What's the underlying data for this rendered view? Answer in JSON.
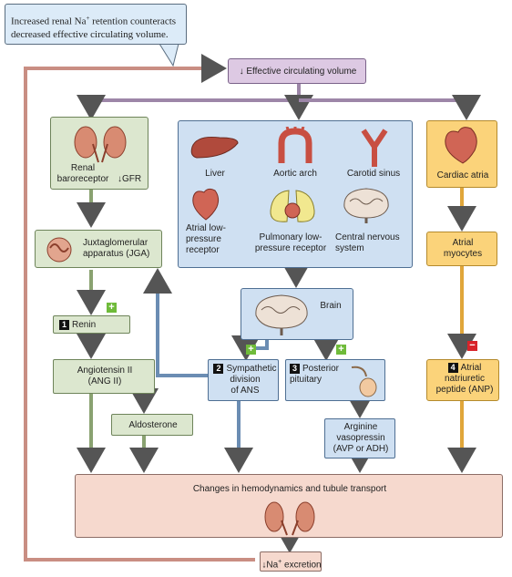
{
  "note": {
    "line1": "Increased renal Na",
    "sup": "+",
    "line2": " retention counteracts",
    "line3": "decreased effective circulating volume."
  },
  "top": {
    "arrow": "↓",
    "label": "Effective circulating volume"
  },
  "renal": {
    "baroreceptor": "Renal\nbaroreceptor",
    "gfr": "↓GFR"
  },
  "jga": {
    "label": "Juxtaglomerular\napparatus (JGA)"
  },
  "renin": {
    "num": "1",
    "label": "Renin"
  },
  "ang": {
    "label": "Angiotensin II\n(ANG II)"
  },
  "aldo": {
    "label": "Aldosterone"
  },
  "sensors": {
    "liver": "Liver",
    "aortic": "Aortic arch",
    "carotid": "Carotid sinus",
    "atrial_low": "Atrial low-\npressure\nreceptor",
    "pulmonary": "Pulmonary low-\npressure receptor",
    "cns": "Central nervous\nsystem"
  },
  "brain": {
    "label": "Brain"
  },
  "sympathetic": {
    "num": "2",
    "label": "Sympathetic\ndivision\nof ANS"
  },
  "pituitary": {
    "num": "3",
    "label": "Posterior\npituitary"
  },
  "avp": {
    "label": "Arginine\nvasopressin\n(AVP or ADH)"
  },
  "cardiac": {
    "label": "Cardiac atria"
  },
  "myocytes": {
    "label": "Atrial\nmyocytes"
  },
  "anp": {
    "num": "4",
    "label": "Atrial\nnatriuretic\npeptide (ANP)"
  },
  "changes": {
    "label": "Changes in hemodynamics and tubule transport"
  },
  "excretion": {
    "arrow": "↓",
    "label": "Na",
    "sup": "+",
    "label_suffix": " excretion"
  },
  "signs": {
    "plus": "+",
    "minus": "−"
  },
  "colors": {
    "green": "#dce7cf",
    "blue": "#cfe0f2",
    "orange": "#fbd37a",
    "pink": "#f6d9ce",
    "lavender": "#ddc9e3"
  }
}
